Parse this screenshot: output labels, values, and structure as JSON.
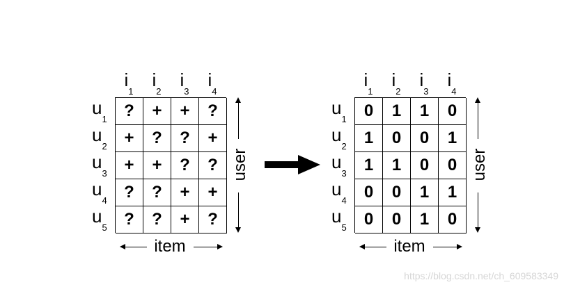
{
  "left_matrix": {
    "col_labels": [
      {
        "base": "i",
        "sub": "1"
      },
      {
        "base": "i",
        "sub": "2"
      },
      {
        "base": "i",
        "sub": "3"
      },
      {
        "base": "i",
        "sub": "4"
      }
    ],
    "row_labels": [
      {
        "base": "u",
        "sub": "1"
      },
      {
        "base": "u",
        "sub": "2"
      },
      {
        "base": "u",
        "sub": "3"
      },
      {
        "base": "u",
        "sub": "4"
      },
      {
        "base": "u",
        "sub": "5"
      }
    ],
    "cells": [
      [
        "?",
        "+",
        "+",
        "?"
      ],
      [
        "+",
        "?",
        "?",
        "+"
      ],
      [
        "+",
        "+",
        "?",
        "?"
      ],
      [
        "?",
        "?",
        "+",
        "+"
      ],
      [
        "?",
        "?",
        "+",
        "?"
      ]
    ],
    "vertical_axis_label": "user",
    "horizontal_axis_label": "item"
  },
  "right_matrix": {
    "col_labels": [
      {
        "base": "i",
        "sub": "1"
      },
      {
        "base": "i",
        "sub": "2"
      },
      {
        "base": "i",
        "sub": "3"
      },
      {
        "base": "i",
        "sub": "4"
      }
    ],
    "row_labels": [
      {
        "base": "u",
        "sub": "1"
      },
      {
        "base": "u",
        "sub": "2"
      },
      {
        "base": "u",
        "sub": "3"
      },
      {
        "base": "u",
        "sub": "4"
      },
      {
        "base": "u",
        "sub": "5"
      }
    ],
    "cells": [
      [
        "0",
        "1",
        "1",
        "0"
      ],
      [
        "1",
        "0",
        "0",
        "1"
      ],
      [
        "1",
        "1",
        "0",
        "0"
      ],
      [
        "0",
        "0",
        "1",
        "1"
      ],
      [
        "0",
        "0",
        "1",
        "0"
      ]
    ],
    "vertical_axis_label": "user",
    "horizontal_axis_label": "item"
  },
  "watermark": "https://blog.csdn.net/ch_609583349",
  "colors": {
    "line": "#000000",
    "watermark": "#d6d6d6"
  }
}
